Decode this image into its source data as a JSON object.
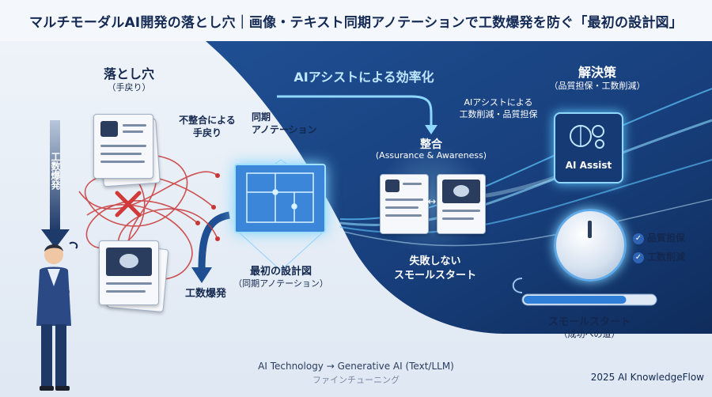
{
  "title": "マルチモーダルAI開発の落とし穴｜画像・テキスト同期アノテーションで工数爆発を防ぐ「最初の設計図」",
  "left": {
    "heading": "落とし穴",
    "subheading": "（手戻り）",
    "vertical_label": "工数爆発",
    "mismatch_label": "不整合による\n手戻り",
    "down_label": "工数爆発"
  },
  "center": {
    "assist_label": "AIアシストによる効率化",
    "sync_label": "同期\nアノテーション",
    "blueprint_title": "最初の設計図",
    "blueprint_sub": "（同期アノテーション）",
    "align_title": "整合",
    "align_sub": "(Assurance & Awareness)",
    "small_start": "失敗しない\nスモールスタート"
  },
  "right": {
    "heading": "解決策",
    "subheading": "（品質担保・工数削減）",
    "assist_note": "AIアシストによる\n工数削減・品質担保",
    "chip_label": "AI Assist",
    "check_items": [
      "品質担保",
      "工数削減"
    ],
    "progress_title": "スモールスタート",
    "progress_sub": "（成功への道）",
    "progress_fraction": 0.78
  },
  "footer": {
    "tech_line": "AI Technology → Generative AI (Text/LLM)",
    "tech_sub": "ファインチューニング",
    "brand": "2025 AI KnowledgeFlow"
  },
  "colors": {
    "navy": "#14284f",
    "accent_blue": "#2f63b3",
    "glow": "#5fc7ff",
    "red": "#d23a3a"
  }
}
